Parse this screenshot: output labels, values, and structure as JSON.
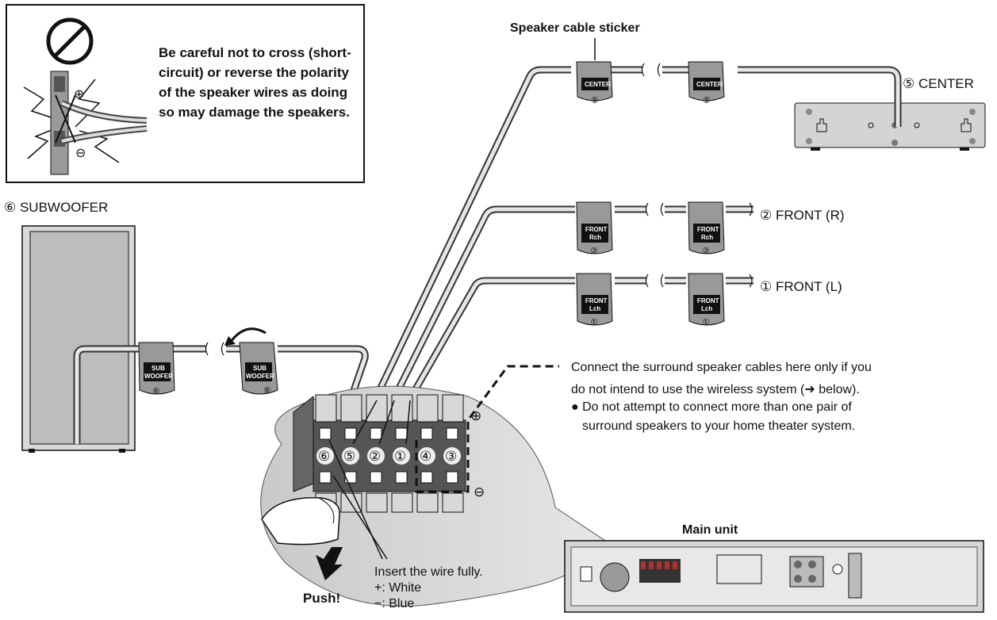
{
  "warning": {
    "text": "Be careful not to cross (short-circuit) or reverse the polarity of the speaker wires as doing so may damage the speakers.",
    "plus_symbol": "⊕",
    "minus_symbol": "⊖"
  },
  "labels": {
    "sticker_caption": "Speaker cable sticker",
    "center": "⑤ CENTER",
    "front_r": "② FRONT (R)",
    "front_l": "① FRONT (L)",
    "subwoofer": "⑥ SUBWOOFER",
    "main_unit": "Main unit",
    "push": "Push!",
    "insert_title": "Insert the wire fully.",
    "insert_plus": "+: White",
    "insert_minus": "−: Blue",
    "terminal_plus": "⊕",
    "terminal_minus": "⊖"
  },
  "surround_note": {
    "line1": "Connect the surround speaker cables here only if you",
    "line2": "do not intend to use the wireless system (➜ below).",
    "bullet1_line1": "● Do not attempt to connect more than one pair of",
    "bullet1_line2": "surround speakers to your home theater system."
  },
  "stickers": {
    "center_label": "CENTER",
    "center_num": "⑤",
    "front_r_label_1": "FRONT",
    "front_r_label_2": "Rch",
    "front_r_num": "②",
    "front_l_label_1": "FRONT",
    "front_l_label_2": "Lch",
    "front_l_num": "①",
    "sub_label_1": "SUB",
    "sub_label_2": "WOOFER",
    "sub_num": "⑥"
  },
  "terminals": [
    "⑥",
    "⑤",
    "②",
    "①",
    "④",
    "③"
  ]
}
